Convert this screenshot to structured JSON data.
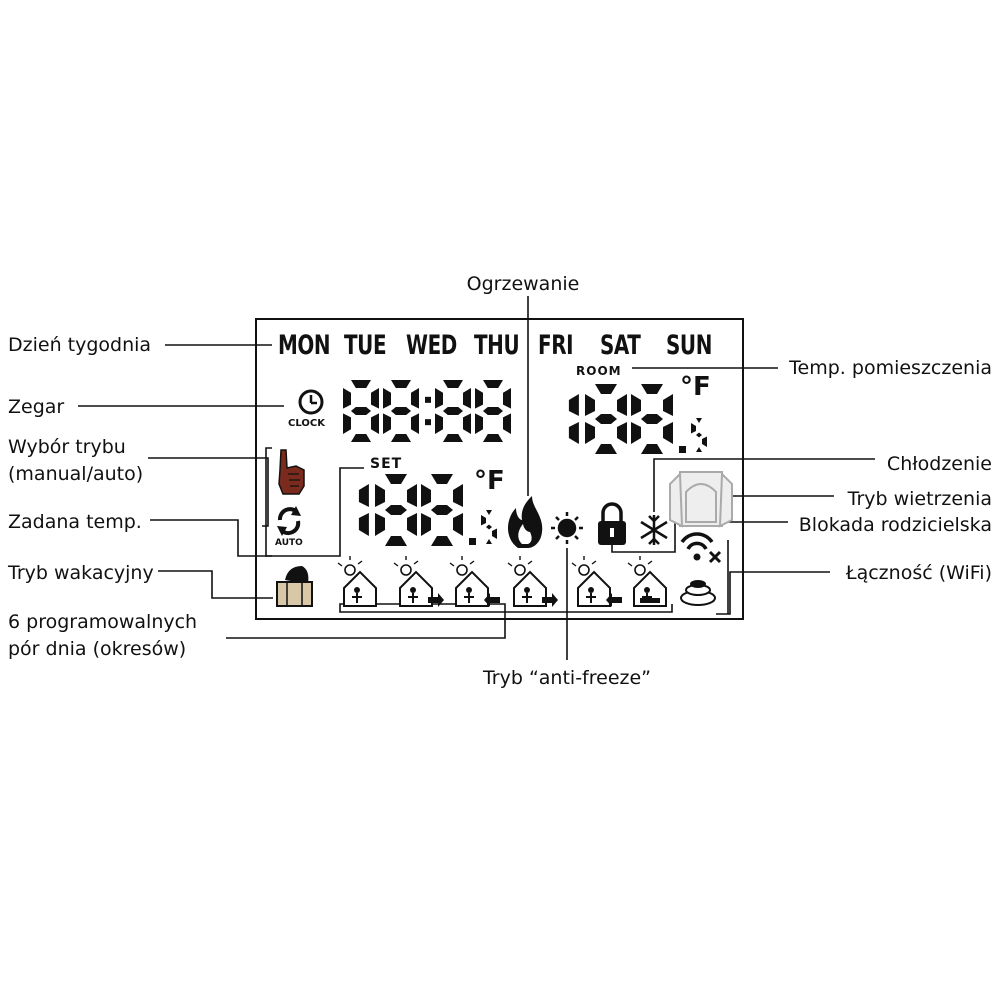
{
  "labels": {
    "heating": "Ogrzewanie",
    "day_of_week": "Dzień tygodnia",
    "clock": "Zegar",
    "mode_select_line1": "Wybór trybu",
    "mode_select_line2": "(manual/auto)",
    "set_temp": "Zadana temp.",
    "holiday_mode": "Tryb wakacyjny",
    "periods_line1": "6 programowalnych",
    "periods_line2": "pór dnia (okresów)",
    "anti_freeze": "Tryb “anti-freeze”",
    "room_temp": "Temp. pomieszczenia",
    "cooling": "Chłodzenie",
    "window_mode": "Tryb wietrzenia",
    "child_lock": "Blokada rodzicielska",
    "connectivity": "Łączność (WiFi)"
  },
  "display": {
    "days": [
      "MON",
      "TUE",
      "WED",
      "THU",
      "FRI",
      "SAT",
      "SUN"
    ],
    "clock_label": "CLOCK",
    "auto_label": "AUTO",
    "room_label": "ROOM",
    "set_label": "SET",
    "unit": "°F",
    "clock_digits": "88:88",
    "room_digits": "188",
    "room_decimal": "5",
    "set_digits": "188",
    "set_decimal": "5"
  },
  "icons": {
    "clock": "clock-icon",
    "manual": "hand-icon",
    "auto": "auto-cycle-icon",
    "holiday": "luggage-icon",
    "heating": "flame-icon",
    "anti_freeze": "sun-icon",
    "lock": "padlock-icon",
    "cooling": "snowflake-icon",
    "window": "open-window-icon",
    "wifi": "wifi-icon",
    "cloud": "cloud-icon",
    "periods": [
      "period-wake-icon",
      "period-leave-icon",
      "period-return-icon",
      "period-leave2-icon",
      "period-return2-icon",
      "period-sleep-icon"
    ]
  }
}
